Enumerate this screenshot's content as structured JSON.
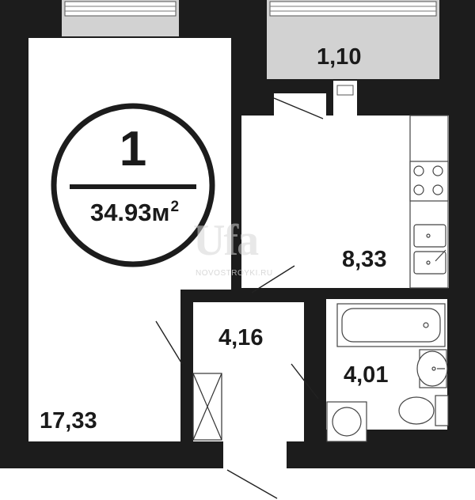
{
  "apartment": {
    "rooms": "1",
    "total_area_value": "34.93м",
    "total_area_unit_power": "2"
  },
  "room_areas": {
    "living": "17,33",
    "kitchen": "8,33",
    "hall": "4,16",
    "bathroom": "4,01",
    "balcony": "1,10"
  },
  "watermark": {
    "big": "Ufa",
    "small": "NOVOSTROYKI.RU"
  },
  "colors": {
    "wall": "#1c1c1c",
    "floor": "#ffffff",
    "balcony_fill": "#d2d2d2",
    "line": "#3a3a3a"
  },
  "icons": [
    "stove-icon",
    "sink-icon",
    "bathtub-icon",
    "toilet-icon",
    "washing-machine-icon",
    "door-swing-icon"
  ]
}
